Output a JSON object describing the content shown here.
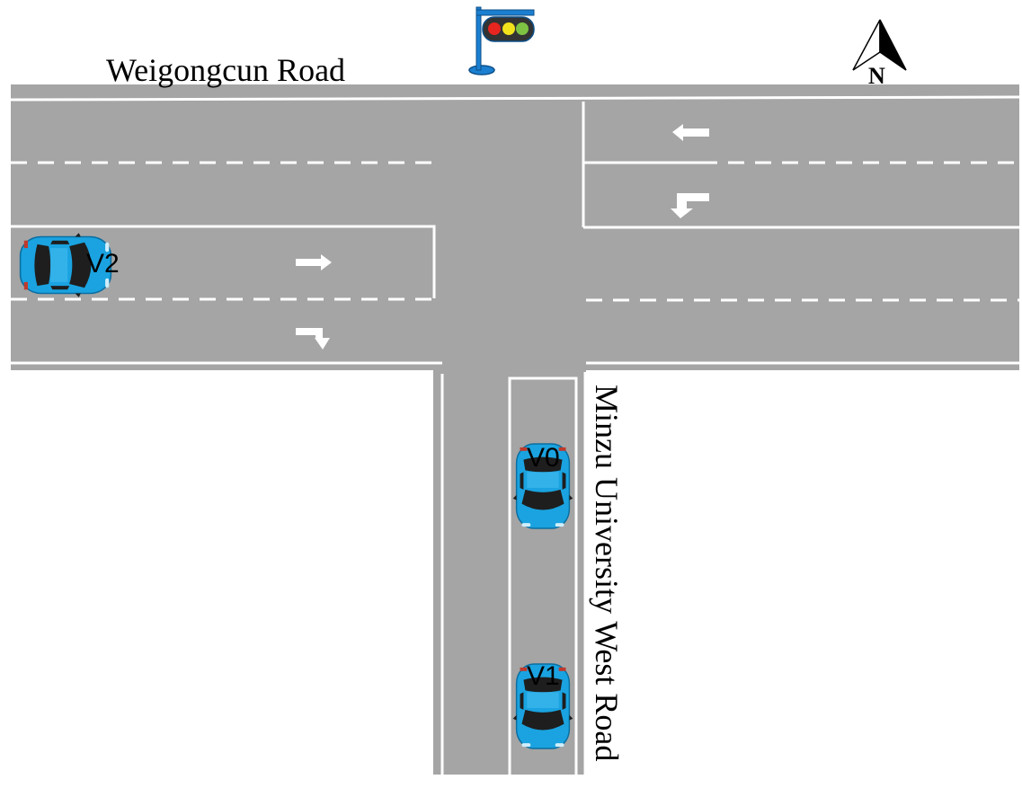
{
  "roads": {
    "main_road_name": "Weigongcun Road",
    "side_road_name": "Minzu University West Road"
  },
  "compass": {
    "north_label": "N"
  },
  "traffic_light": {
    "lamps": [
      "#e8251f",
      "#f2e21b",
      "#7dc242"
    ],
    "pole_color": "#1b7fd1"
  },
  "vehicles": [
    {
      "id": "V2",
      "label": "V2",
      "heading": "east"
    },
    {
      "id": "V0",
      "label": "V0",
      "heading": "south"
    },
    {
      "id": "V1",
      "label": "V1",
      "heading": "south"
    }
  ],
  "lane_arrows": [
    {
      "name": "westbound-straight",
      "direction": "left"
    },
    {
      "name": "westbound-left-turn",
      "direction": "left-turn"
    },
    {
      "name": "eastbound-straight",
      "direction": "right"
    },
    {
      "name": "eastbound-right-turn",
      "direction": "right-turn"
    }
  ],
  "colors": {
    "asphalt": "#a5a5a5",
    "marking": "#ffffff",
    "vehicle": "#1aa3e0"
  }
}
